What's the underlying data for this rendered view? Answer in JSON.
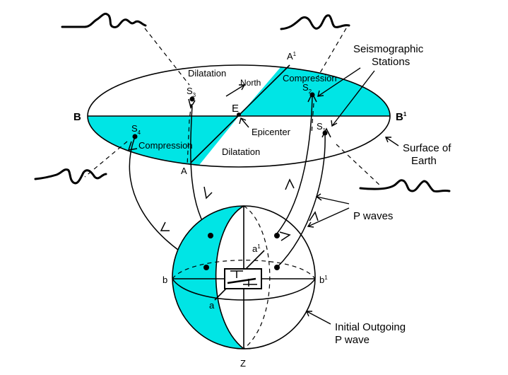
{
  "colors": {
    "fill": "#00e5e5",
    "ink": "#000000",
    "background": "#ffffff"
  },
  "labels": {
    "dilatation_top": "Dilatation",
    "dilatation_bottom": "Dilatation",
    "compression_right": "Compression",
    "compression_left": "Compression",
    "north": "North",
    "epicenter": "Epicenter",
    "seismo_line1": "Seismographic",
    "seismo_line2": "Stations",
    "surface_line1": "Surface of",
    "surface_line2": "Earth",
    "p_waves": "P waves",
    "initial_line1": "Initial Outgoing",
    "initial_line2": "P wave"
  },
  "points": {
    "A": "A",
    "A1": "A",
    "A1_sup": "1",
    "B": "B",
    "B1": "B",
    "B1_sup": "1",
    "E": "E",
    "S": "S",
    "s1_sub": "1",
    "s2_sub": "2",
    "s3_sub": "3",
    "s4_sub": "4",
    "a": "a",
    "a1": "a",
    "a1_sup": "1",
    "b": "b",
    "b1": "b",
    "b1_sup": "1",
    "Z": "Z"
  }
}
